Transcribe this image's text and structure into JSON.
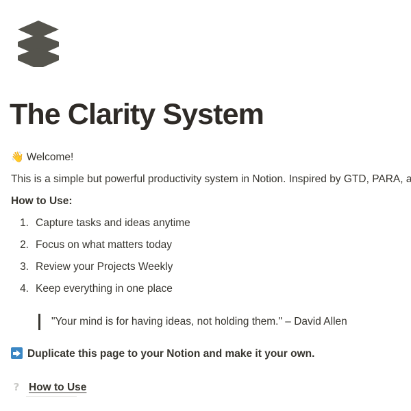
{
  "page": {
    "background": "#ffffff",
    "text_color": "#37352f",
    "title": "The Clarity System",
    "title_color": "#2f2b27"
  },
  "logo": {
    "icon": "stacked-layers-icon",
    "color": "#55544d"
  },
  "body": {
    "welcome": {
      "emoji": "👋",
      "emoji_name": "waving-hand-emoji",
      "text": "Welcome!"
    },
    "intro": "This is a simple but powerful productivity system in Notion. Inspired by GTD, PARA, a",
    "subheading": "How to Use:",
    "steps": [
      {
        "num": "1.",
        "label": "Capture tasks and ideas anytime"
      },
      {
        "num": "2.",
        "label": "Focus on what matters today"
      },
      {
        "num": "3.",
        "label": "Review your Projects Weekly"
      },
      {
        "num": "4.",
        "label": "Keep everything in one place"
      }
    ],
    "quote": "\"Your mind is for having ideas, not holding them.\" – David Allen",
    "duplicate": {
      "emoji": "➡️",
      "emoji_name": "right-arrow-emoji",
      "emoji_color": "#3b87c4",
      "text": "Duplicate this page to your Notion and make it your own."
    },
    "page_link": {
      "icon": "question-mark-icon",
      "icon_color": "#c9c9c6",
      "label": "How to Use"
    }
  }
}
